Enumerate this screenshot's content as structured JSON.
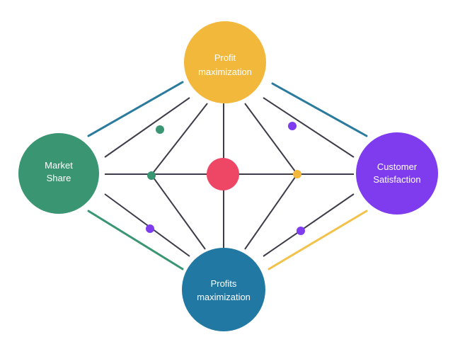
{
  "diagram": {
    "nodes": {
      "top": {
        "line1": "Profit",
        "line2": "maximization",
        "color": "#f2b83b"
      },
      "left": {
        "line1": "Market",
        "line2": "Share",
        "color": "#3a9672"
      },
      "right": {
        "line1": "Customer",
        "line2": "Satisfaction",
        "color": "#7f3cef"
      },
      "bottom": {
        "line1": "Profits",
        "line2": "maximization",
        "color": "#2179a3"
      },
      "center": {
        "color": "#ee4766"
      }
    },
    "colors": {
      "connector": "#3c3c4a",
      "outer_link_teal": "#2b7b9e",
      "outer_link_green": "#3a9672",
      "outer_link_gold": "#f2c24a",
      "dot_green": "#3a9672",
      "dot_purple": "#7f3cef",
      "dot_gold": "#f2b83b"
    }
  }
}
